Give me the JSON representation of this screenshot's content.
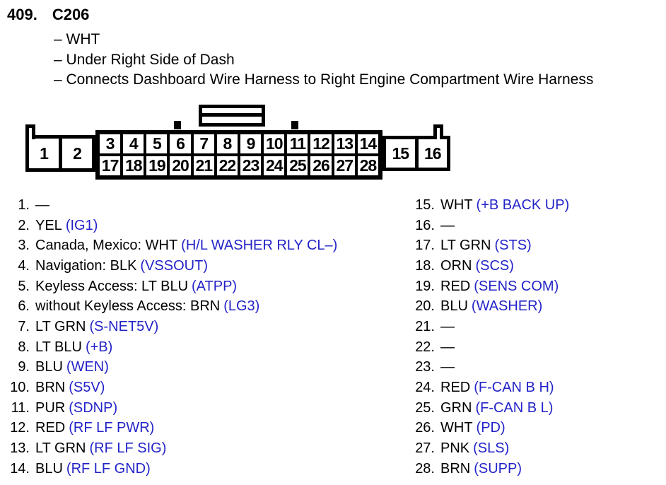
{
  "header": {
    "number": "409.",
    "title": "C206",
    "details": [
      "– WHT",
      "– Under Right Side of Dash",
      "– Connects Dashboard Wire Harness to Right Engine Compartment Wire Harness"
    ]
  },
  "connector": {
    "left_pins": [
      "1",
      "2"
    ],
    "top_row": [
      "3",
      "4",
      "5",
      "6",
      "7",
      "8",
      "9",
      "10",
      "11",
      "12",
      "13",
      "14"
    ],
    "bottom_row": [
      "17",
      "18",
      "19",
      "20",
      "21",
      "22",
      "23",
      "24",
      "25",
      "26",
      "27",
      "28"
    ],
    "right_pins": [
      "15",
      "16"
    ]
  },
  "pins": {
    "left": [
      {
        "num": "1.",
        "desc": "—",
        "signal": ""
      },
      {
        "num": "2.",
        "desc": "YEL",
        "signal": "(IG1)"
      },
      {
        "num": "3.",
        "desc": "Canada, Mexico: WHT",
        "signal": "(H/L WASHER RLY CL–)"
      },
      {
        "num": "4.",
        "desc": "Navigation: BLK",
        "signal": "(VSSOUT)"
      },
      {
        "num": "5.",
        "desc": "Keyless Access: LT BLU",
        "signal": "(ATPP)"
      },
      {
        "num": "6.",
        "desc": "without Keyless Access: BRN",
        "signal": "(LG3)"
      },
      {
        "num": "7.",
        "desc": "LT GRN",
        "signal": "(S-NET5V)"
      },
      {
        "num": "8.",
        "desc": "LT BLU",
        "signal": "(+B)"
      },
      {
        "num": "9.",
        "desc": "BLU",
        "signal": "(WEN)"
      },
      {
        "num": "10.",
        "desc": "BRN",
        "signal": "(S5V)"
      },
      {
        "num": "11.",
        "desc": "PUR",
        "signal": "(SDNP)"
      },
      {
        "num": "12.",
        "desc": "RED",
        "signal": "(RF LF PWR)"
      },
      {
        "num": "13.",
        "desc": "LT GRN",
        "signal": "(RF LF SIG)"
      },
      {
        "num": "14.",
        "desc": "BLU",
        "signal": "(RF LF GND)"
      }
    ],
    "right": [
      {
        "num": "15.",
        "desc": "WHT",
        "signal": "(+B BACK UP)"
      },
      {
        "num": "16.",
        "desc": "—",
        "signal": ""
      },
      {
        "num": "17.",
        "desc": "LT GRN",
        "signal": "(STS)"
      },
      {
        "num": "18.",
        "desc": "ORN",
        "signal": "(SCS)"
      },
      {
        "num": "19.",
        "desc": "RED",
        "signal": "(SENS COM)"
      },
      {
        "num": "20.",
        "desc": "BLU",
        "signal": "(WASHER)"
      },
      {
        "num": "21.",
        "desc": "—",
        "signal": ""
      },
      {
        "num": "22.",
        "desc": "—",
        "signal": ""
      },
      {
        "num": "23.",
        "desc": "—",
        "signal": ""
      },
      {
        "num": "24.",
        "desc": "RED",
        "signal": "(F-CAN B H)"
      },
      {
        "num": "25.",
        "desc": "GRN",
        "signal": "(F-CAN B L)"
      },
      {
        "num": "26.",
        "desc": "WHT",
        "signal": "(PD)"
      },
      {
        "num": "27.",
        "desc": "PNK",
        "signal": "(SLS)"
      },
      {
        "num": "28.",
        "desc": "BRN",
        "signal": "(SUPP)"
      }
    ]
  },
  "colors": {
    "ink": "#000000",
    "signal_blue": "#2323c8"
  }
}
